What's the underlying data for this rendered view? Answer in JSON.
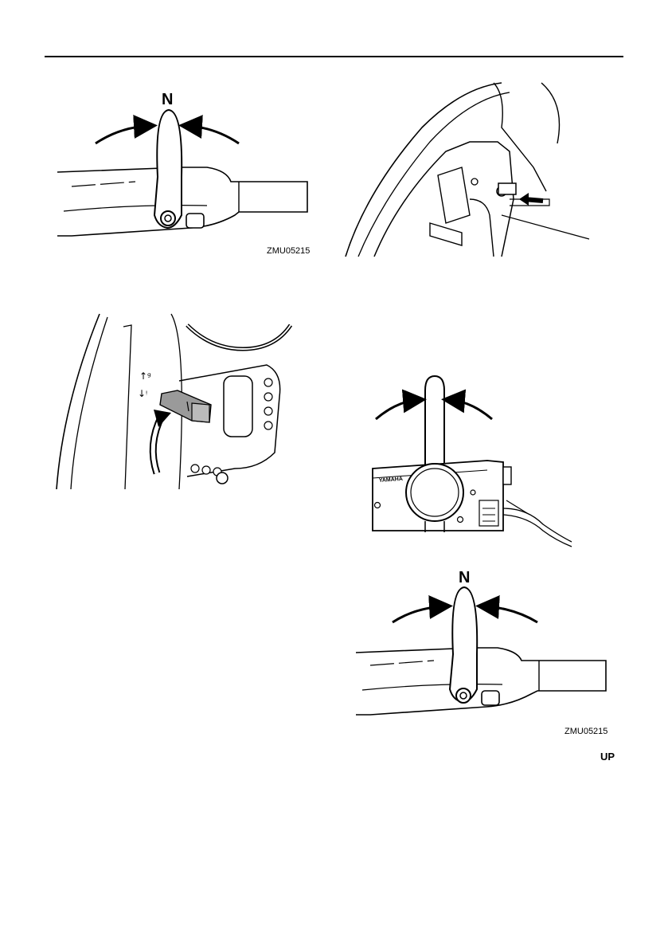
{
  "page": {
    "fig_codes": [
      "ZMU05215",
      "ZMU05215"
    ],
    "neutral_labels": [
      "N",
      "N"
    ],
    "direction_label": "UP",
    "plate_brand": "YAMAHA"
  },
  "icons": {
    "arrow": "curved-arrow-icon",
    "lever": "lever-icon"
  }
}
